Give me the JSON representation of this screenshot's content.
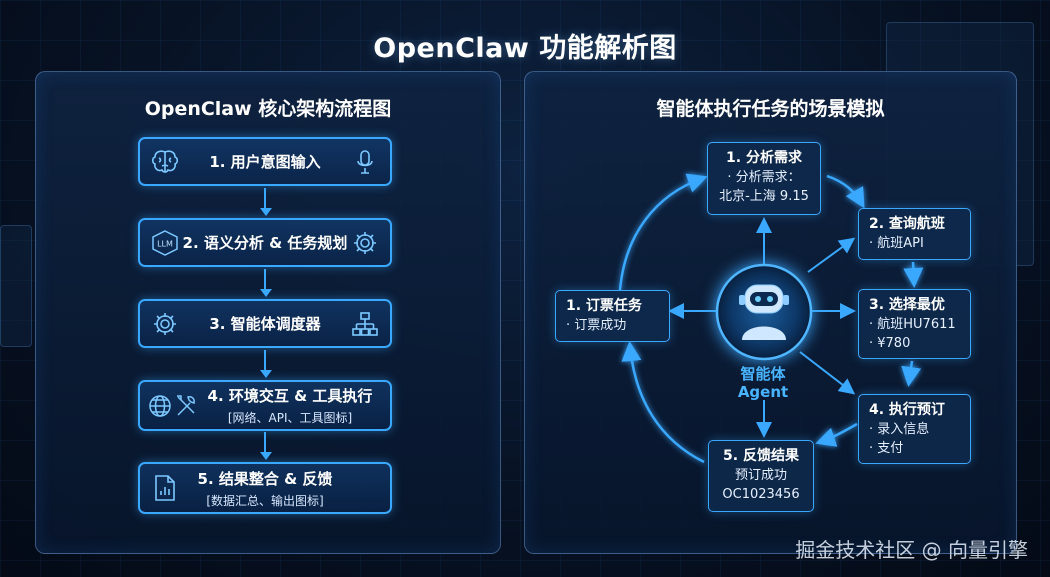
{
  "title": "OpenClaw 功能解析图",
  "left_panel": {
    "title": "OpenClaw 核心架构流程图",
    "steps": [
      {
        "label": "1. 用户意图输入",
        "sub": "",
        "icon_left": "brain-icon",
        "icon_right": "microphone-icon"
      },
      {
        "label": "2. 语义分析 & 任务规划",
        "sub": "",
        "icon_left": "llm-icon",
        "icon_right": "gear-icon"
      },
      {
        "label": "3. 智能体调度器",
        "sub": "",
        "icon_left": "gear-icon",
        "icon_right": "hierarchy-icon"
      },
      {
        "label": "4. 环境交互 & 工具执行",
        "sub": "[网络、API、工具图标]",
        "icon_left": "globe-tools-icon",
        "icon_right": ""
      },
      {
        "label": "5. 结果整合 & 反馈",
        "sub": "[数据汇总、输出图标]",
        "icon_left": "document-chart-icon",
        "icon_right": ""
      }
    ],
    "llm_badge": "LLM"
  },
  "right_panel": {
    "title": "智能体执行任务的场景模拟",
    "agent": {
      "name": "智能体",
      "name_en": "Agent",
      "icon": "robot-icon"
    },
    "nodes": {
      "analyze": {
        "title": "1. 分析需求",
        "lines": [
          "· 分析需求：",
          "北京-上海 9.15"
        ]
      },
      "query": {
        "title": "2. 查询航班",
        "lines": [
          "· 航班API"
        ]
      },
      "select": {
        "title": "3. 选择最优",
        "lines": [
          "· 航班HU7611",
          "· ¥780"
        ]
      },
      "book": {
        "title": "4. 执行预订",
        "lines": [
          "· 录入信息",
          "· 支付"
        ]
      },
      "feedback": {
        "title": "5. 反馈结果",
        "lines": [
          "预订成功",
          "OC1023456"
        ]
      },
      "ticket": {
        "title": "1. 订票任务",
        "lines": [
          "· 订票成功"
        ]
      }
    }
  },
  "watermark": "掘金技术社区 @ 向量引擎",
  "colors": {
    "accent": "#3aa8ff",
    "agent_text": "#49b4ff",
    "background": "#071224"
  }
}
